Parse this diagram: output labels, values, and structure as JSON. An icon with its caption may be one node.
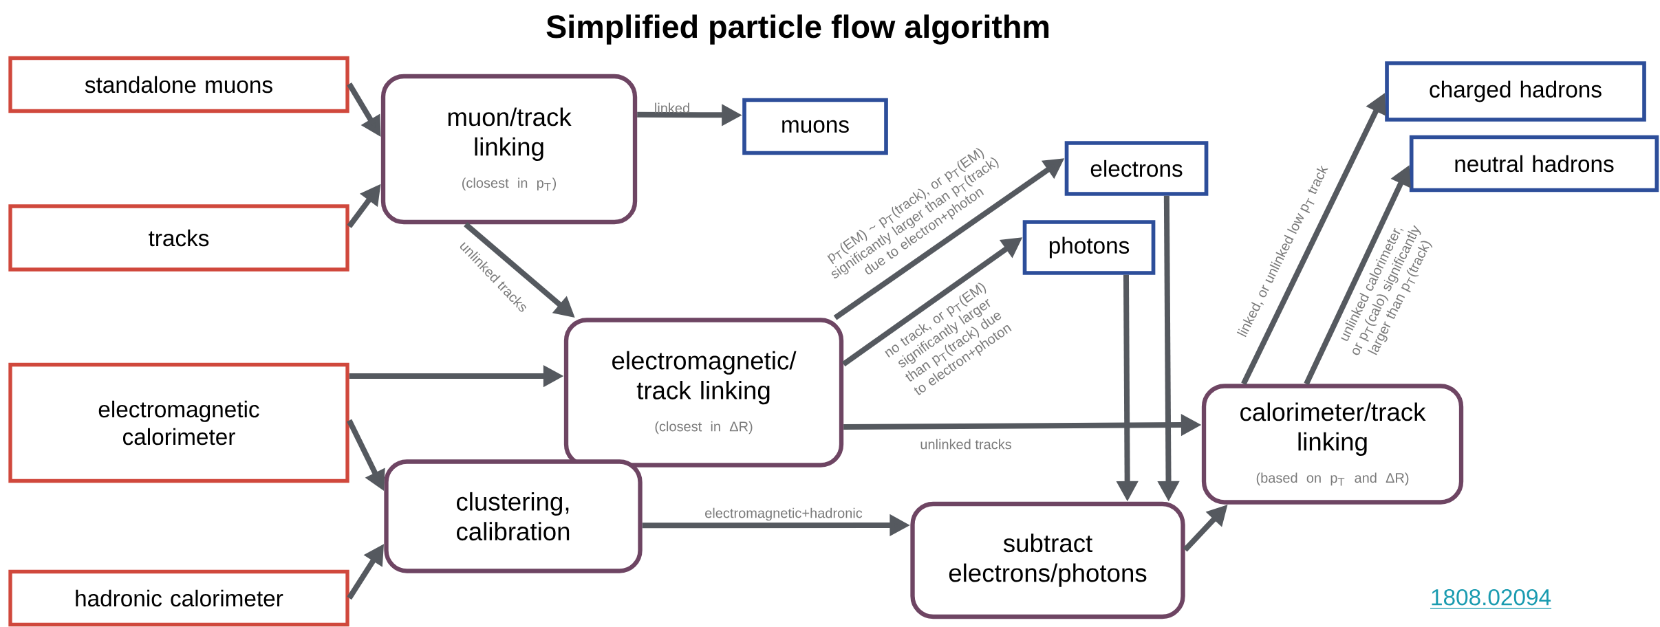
{
  "diagram": {
    "title": "Simplified particle flow algorithm",
    "nodes": [
      {
        "text": [
          "standalone muons"
        ]
      },
      {
        "text": [
          "tracks"
        ]
      },
      {
        "text": [
          "electromagnetic calorimeter"
        ]
      },
      {
        "text": [
          "hadronic calorimeter"
        ]
      },
      {
        "text": [
          "muon/track linking",
          "(closest in p$_{T}$)"
        ]
      },
      {
        "text": [
          "electromagnetic/ track linking",
          "(closest in ΔR)"
        ]
      },
      {
        "text": [
          "clustering, calibration"
        ]
      },
      {
        "text": [
          "muons"
        ]
      },
      {
        "text": [
          "electrons"
        ]
      },
      {
        "text": [
          "photons"
        ]
      },
      {
        "text": [
          "subtract electrons/photons"
        ]
      },
      {
        "text": [
          "calorimeter/track linking",
          "(based on p$_{T}$ and ΔR)"
        ]
      },
      {
        "text": [
          "charged hadrons"
        ]
      },
      {
        "text": [
          "neutral hadrons"
        ]
      }
    ],
    "edges": [
      {
        "from": 0,
        "to": 4,
        "arrow": "to"
      },
      {
        "from": 1,
        "to": 4,
        "arrow": "to"
      },
      {
        "from": 4,
        "to": 7,
        "arrow": "to",
        "label": "linked"
      },
      {
        "from": 4,
        "to": 5,
        "arrow": "to",
        "label": "unlinked tracks"
      },
      {
        "from": 2,
        "to": 5,
        "arrow": "to"
      },
      {
        "from": 2,
        "to": 6,
        "arrow": "to"
      },
      {
        "from": 3,
        "to": 6,
        "arrow": "to"
      },
      {
        "from": 5,
        "to": 8,
        "arrow": "to",
        "label": "p$_{T}$(EM) ~ p$_{T}$(track), or p$_{T}$(EM) significantly larger than p$_{T}$(track) due to electron+photon"
      },
      {
        "from": 5,
        "to": 9,
        "arrow": "to",
        "label": "no track, or p$_{T}$(EM) significantly larger than p$_{T}$(track) due to electron+photon"
      },
      {
        "from": 5,
        "to": 11,
        "arrow": "to",
        "label": "unlinked tracks"
      },
      {
        "from": 6,
        "to": 10,
        "arrow": "to",
        "label": "electromagnetic+hadronic"
      },
      {
        "from": 8,
        "to": 10,
        "arrow": "to"
      },
      {
        "from": 9,
        "to": 10,
        "arrow": "to"
      },
      {
        "from": 10,
        "to": 11,
        "arrow": "to"
      },
      {
        "from": 11,
        "to": 12,
        "arrow": "to",
        "label": "linked, or unlinked low p$_{T}$ track"
      },
      {
        "from": 11,
        "to": 13,
        "arrow": "to",
        "label": "unlinked calorimeter, or p$_{T}$(calo) significantly larger than p$_{T}$(track)"
      }
    ],
    "labels": [
      "1808.02094"
    ]
  }
}
